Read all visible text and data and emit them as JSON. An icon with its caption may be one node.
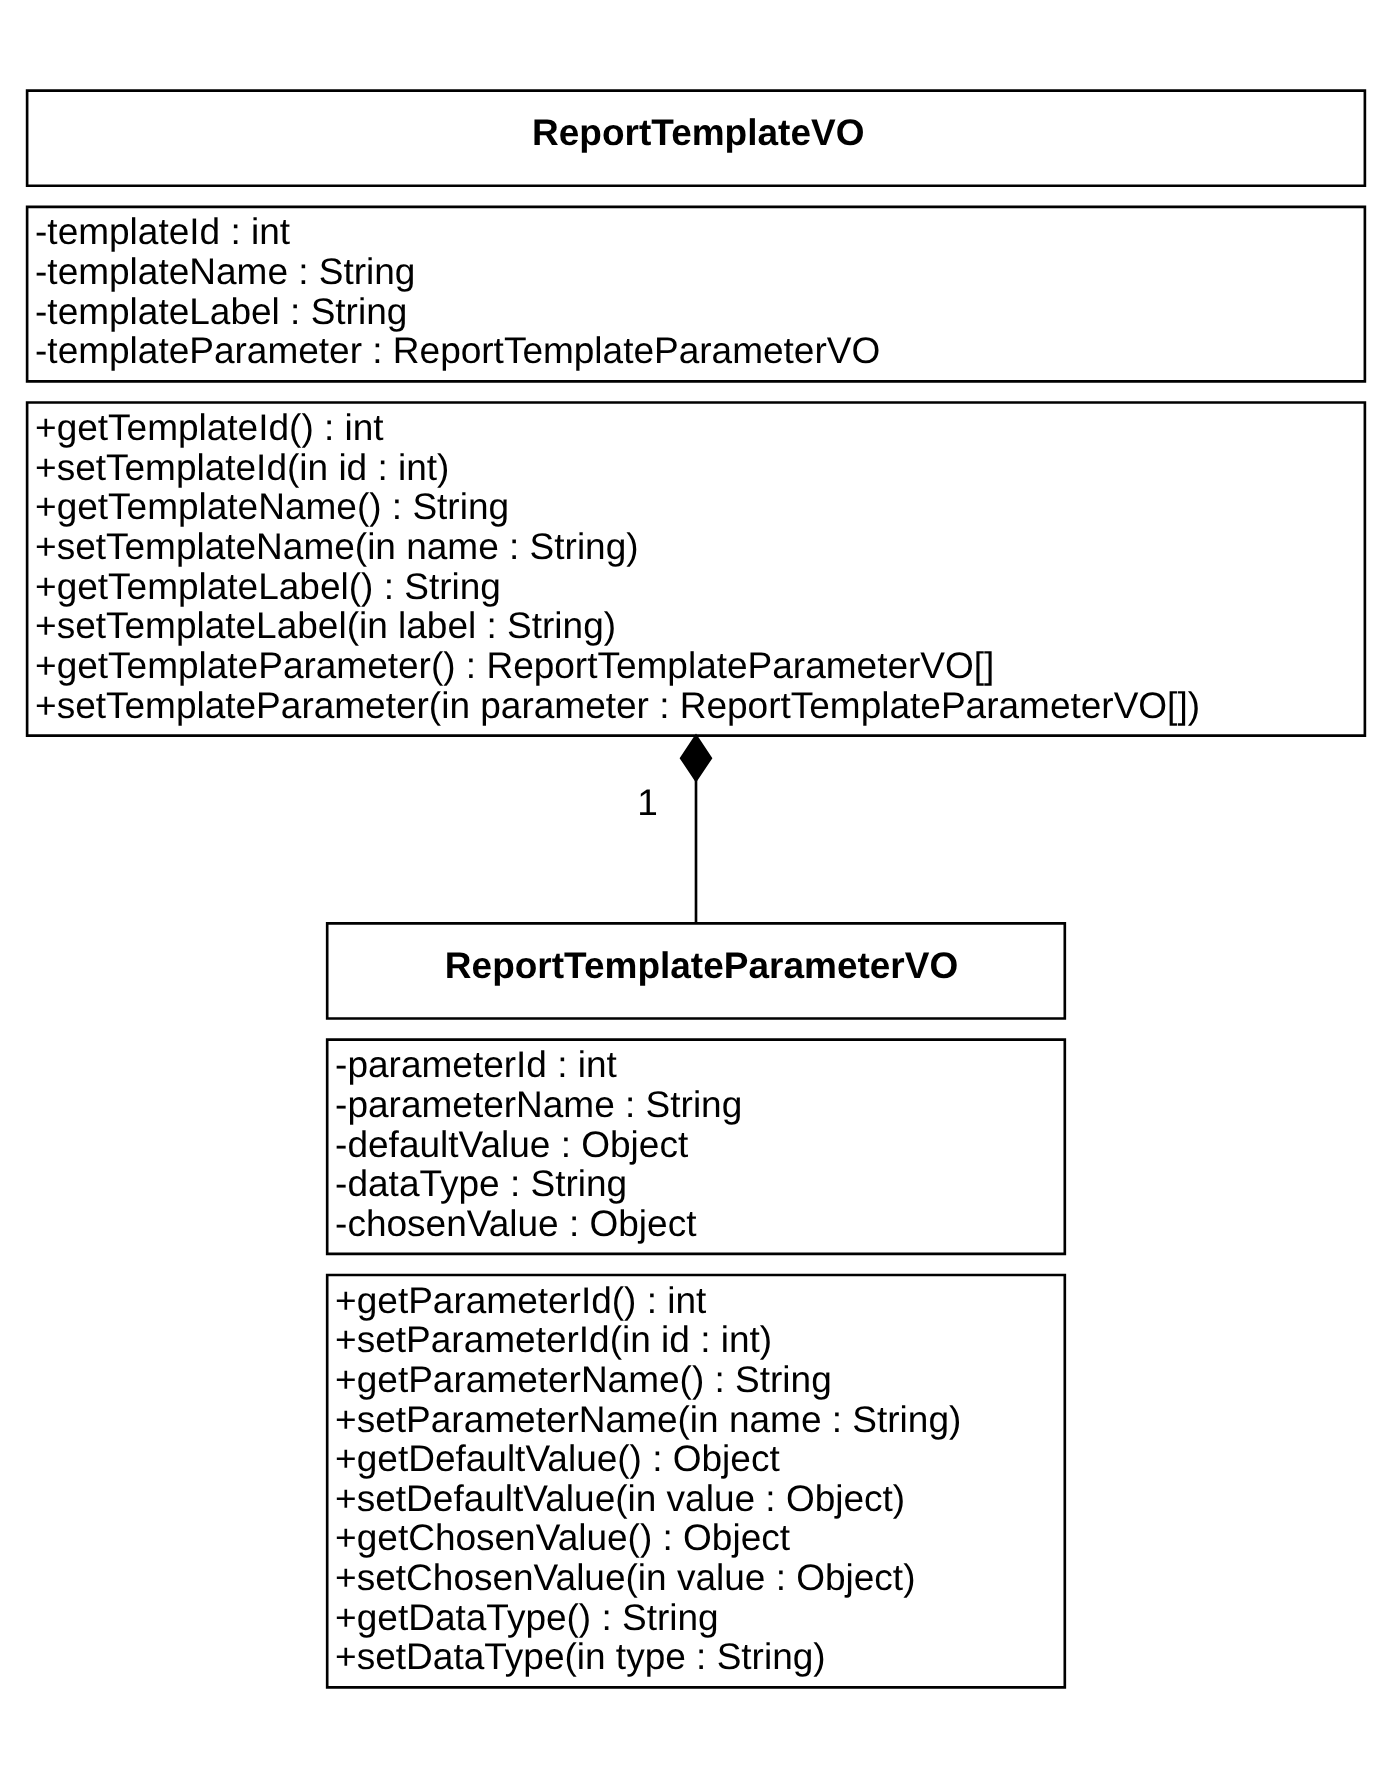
{
  "diagram": {
    "nodes": [
      {
        "text": [
          "ReportTemplateVO"
        ]
      },
      {
        "text": [
          "-templateId : int",
          "-templateName : String",
          "-templateLabel : String",
          "-templateParameter : ReportTemplateParameterVO"
        ]
      },
      {
        "text": [
          "+getTemplateId() : int",
          "+setTemplateId(in id : int)",
          "+getTemplateName() : String",
          "+setTemplateName(in name : String)",
          "+getTemplateLabel() : String",
          "+setTemplateLabel(in label : String)",
          "+getTemplateParameter() : ReportTemplateParameterVO[]",
          "+setTemplateParameter(in parameter : ReportTemplateParameterVO[])"
        ]
      },
      {
        "text": [
          "ReportTemplateParameterVO"
        ]
      },
      {
        "text": [
          "-parameterId : int",
          "-parameterName : String",
          "-defaultValue : Object",
          "-dataType : String",
          "-chosenValue : Object"
        ]
      },
      {
        "text": [
          "+getParameterId() : int",
          "+setParameterId(in id : int)",
          "+getParameterName() : String",
          "+setParameterName(in name : String)",
          "+getDefaultValue() : Object",
          "+setDefaultValue(in value : Object)",
          "+getChosenValue() : Object",
          "+setChosenValue(in value : Object)",
          "+getDataType() : String",
          "+setDataType(in type : String)"
        ]
      }
    ],
    "edges": [
      {
        "from": 2,
        "to": 3,
        "arrow": "other",
        "label": "1"
      }
    ]
  }
}
